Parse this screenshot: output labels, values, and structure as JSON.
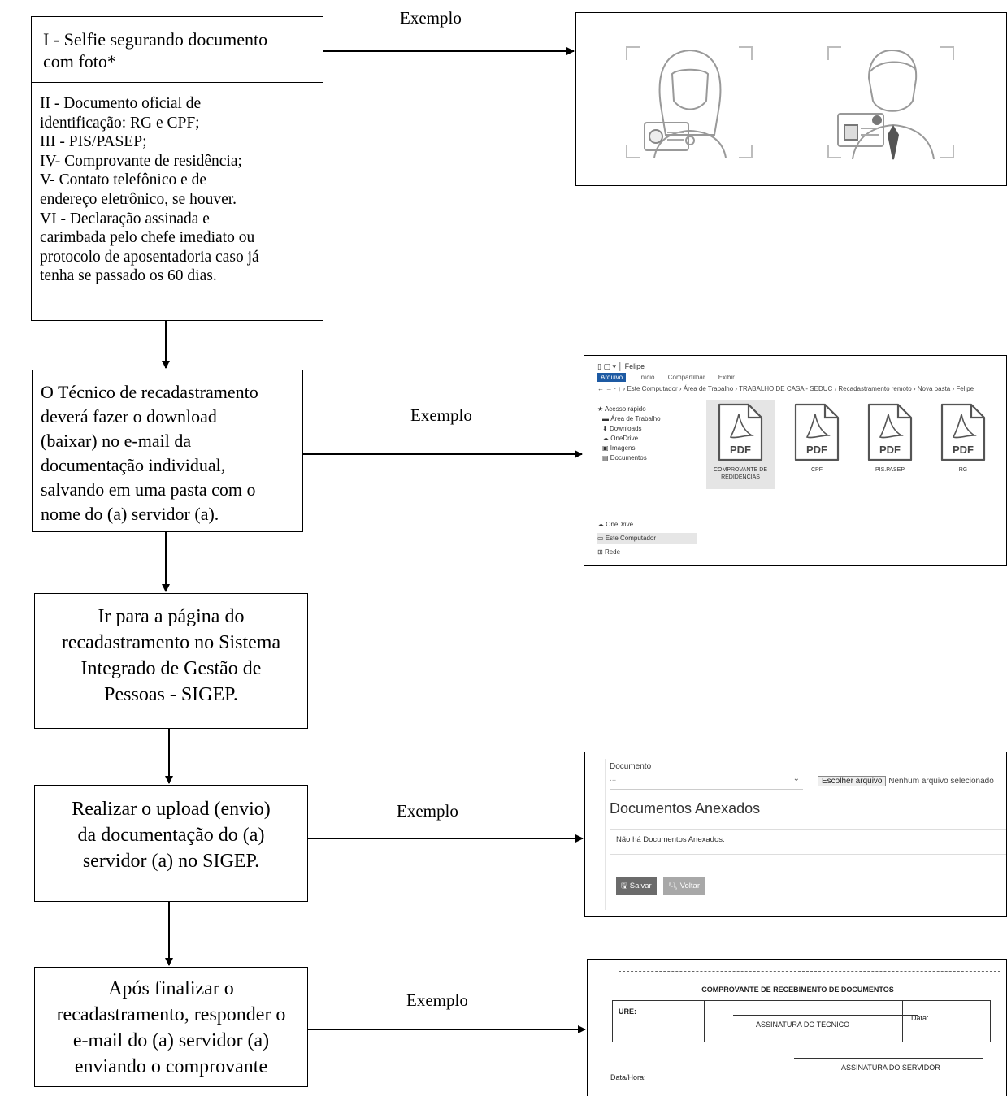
{
  "flow": {
    "box1_title": [
      "I - Selfie segurando documento",
      "com foto*"
    ],
    "box1_list": [
      "II - Documento oficial de",
      "identificação: RG e CPF;",
      "III - PIS/PASEP;",
      "IV- Comprovante de residência;",
      "V- Contato telefônico e de",
      "endereço eletrônico, se houver.",
      "VI - Declaração assinada e",
      "carimbada pelo chefe imediato ou",
      "protocolo de aposentadoria caso já",
      "tenha se passado os 60 dias."
    ],
    "box2": [
      "O Técnico de recadastramento",
      "deverá fazer o download",
      "(baixar) no e-mail da",
      "documentação individual,",
      "salvando em uma pasta com o",
      "nome do (a) servidor (a)."
    ],
    "box3": [
      "Ir para a página do",
      "recadastramento no Sistema",
      "Integrado de Gestão de",
      "Pessoas - SIGEP."
    ],
    "box4": [
      "Realizar o upload (envio)",
      "da documentação do (a)",
      "servidor (a) no SIGEP."
    ],
    "box5": [
      "Após finalizar o",
      "recadastramento, responder o",
      "e-mail do (a) servidor (a)",
      "enviando o comprovante"
    ],
    "example_labels": [
      "Exemplo",
      "Exemplo",
      "Exemplo",
      "Exemplo"
    ]
  },
  "explorer": {
    "window_title": "Felipe",
    "tabs": [
      "Arquivo",
      "Início",
      "Compartilhar",
      "Exibir"
    ],
    "path": "←  →  ·  ↑   ›  Este Computador  ›  Área de Trabalho  ›  TRABALHO DE CASA - SEDUC  ›  Recadastramento remoto  ›  Nova pasta  ›  Felipe",
    "sidebar_top": [
      "Acesso rápido",
      "Área de Trabalho",
      "Downloads",
      "OneDrive",
      "Imagens",
      "Documentos"
    ],
    "sidebar_bottom": [
      "OneDrive",
      "Este Computador",
      "Rede"
    ],
    "file_badge": "PDF",
    "files": [
      "COMPROVANTE DE REDIDENCIAS",
      "CPF",
      "PIS.PASEP",
      "RG"
    ]
  },
  "upload": {
    "field_label": "Documento",
    "select_value": "...",
    "choose_button": "Escolher arquivo",
    "no_file": "Nenhum arquivo selecionado",
    "heading": "Documentos Anexados",
    "empty_msg": "Não há Documentos Anexados.",
    "save_button": "Salvar",
    "back_button": "Voltar"
  },
  "receipt": {
    "title": "COMPROVANTE DE RECEBIMENTO DE DOCUMENTOS",
    "ure": "URE:",
    "tech_signature": "ASSINATURA DO TECNICO",
    "data": "Data:",
    "datetime": "Data/Hora:",
    "server_signature": "ASSINATURA DO SERVIDOR"
  }
}
